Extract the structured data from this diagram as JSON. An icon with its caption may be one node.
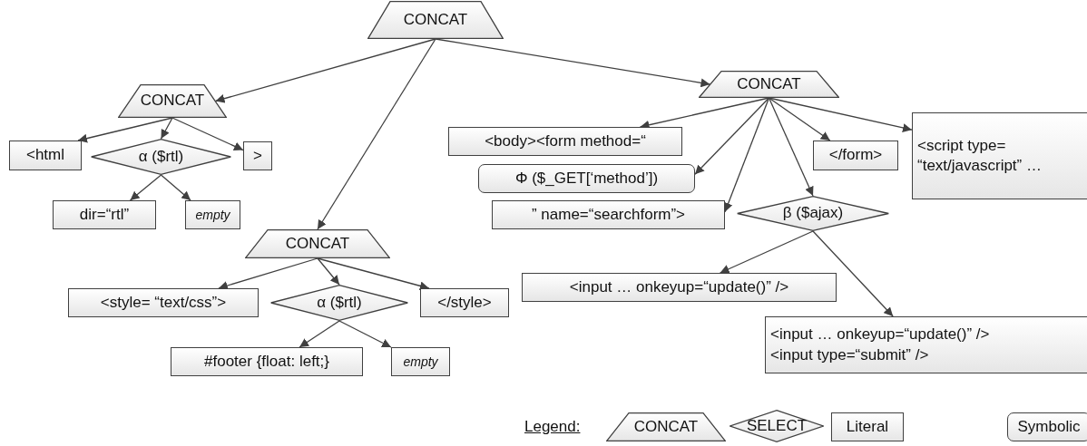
{
  "diagram": {
    "nodes": [
      {
        "text": [
          "CONCAT"
        ]
      },
      {
        "text": [
          "CONCAT"
        ]
      },
      {
        "text": [
          "<html"
        ]
      },
      {
        "text": [
          "α ($rtl)"
        ]
      },
      {
        "text": [
          ">"
        ]
      },
      {
        "text": [
          "dir=“rtl”"
        ]
      },
      {
        "text": [
          "empty"
        ]
      },
      {
        "text": [
          "CONCAT"
        ]
      },
      {
        "text": [
          "<style= “text/css”>"
        ]
      },
      {
        "text": [
          "α ($rtl)"
        ]
      },
      {
        "text": [
          "</style>"
        ]
      },
      {
        "text": [
          "#footer {float: left;}"
        ]
      },
      {
        "text": [
          "empty"
        ]
      },
      {
        "text": [
          "CONCAT"
        ]
      },
      {
        "text": [
          "<body><form method=“"
        ]
      },
      {
        "text": [
          "Φ ($_GET[‘method’])"
        ]
      },
      {
        "text": [
          "” name=“searchform”>"
        ]
      },
      {
        "text": [
          "β ($ajax)"
        ]
      },
      {
        "text": [
          "</form>"
        ]
      },
      {
        "text": [
          "<script type= “text/javascript” …"
        ]
      },
      {
        "text": [
          "<input … onkeyup=“update()” />"
        ]
      },
      {
        "text": [
          "<input … onkeyup=“update()” />",
          "<input type=“submit” />"
        ]
      }
    ],
    "edges": [
      {
        "from": 0,
        "to": 1,
        "arrow": "to"
      },
      {
        "from": 0,
        "to": 7,
        "arrow": "to"
      },
      {
        "from": 0,
        "to": 13,
        "arrow": "to"
      },
      {
        "from": 1,
        "to": 2,
        "arrow": "to"
      },
      {
        "from": 1,
        "to": 3,
        "arrow": "to"
      },
      {
        "from": 1,
        "to": 4,
        "arrow": "to"
      },
      {
        "from": 3,
        "to": 5,
        "arrow": "to"
      },
      {
        "from": 3,
        "to": 6,
        "arrow": "to"
      },
      {
        "from": 7,
        "to": 8,
        "arrow": "to"
      },
      {
        "from": 7,
        "to": 9,
        "arrow": "to"
      },
      {
        "from": 7,
        "to": 10,
        "arrow": "to"
      },
      {
        "from": 9,
        "to": 11,
        "arrow": "to"
      },
      {
        "from": 9,
        "to": 12,
        "arrow": "to"
      },
      {
        "from": 13,
        "to": 14,
        "arrow": "to"
      },
      {
        "from": 13,
        "to": 15,
        "arrow": "to"
      },
      {
        "from": 13,
        "to": 16,
        "arrow": "to"
      },
      {
        "from": 13,
        "to": 17,
        "arrow": "to"
      },
      {
        "from": 13,
        "to": 18,
        "arrow": "to"
      },
      {
        "from": 13,
        "to": 19,
        "arrow": "to"
      },
      {
        "from": 17,
        "to": 20,
        "arrow": "to"
      },
      {
        "from": 17,
        "to": 21,
        "arrow": "to"
      }
    ],
    "labels": [
      "Legend:"
    ],
    "legend": [
      {
        "text": "CONCAT"
      },
      {
        "text": "SELECT"
      },
      {
        "text": "Literal"
      },
      {
        "text": "Symbolic"
      }
    ]
  }
}
